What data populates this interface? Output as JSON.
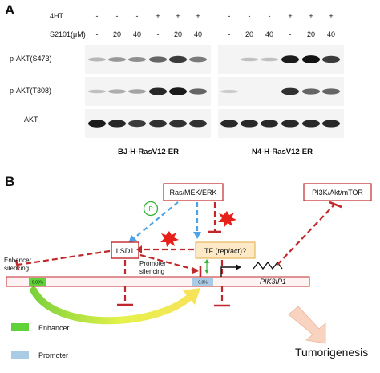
{
  "panel_a": {
    "label": "A",
    "row_4ht_label": "4HT",
    "row_s2101_label": "S2101(μM)",
    "bj": {
      "cell_line": "BJ-H-RasV12-ER",
      "ht": [
        "-",
        "-",
        "-",
        "+",
        "+",
        "+"
      ],
      "s2101": [
        "-",
        "20",
        "40",
        "-",
        "20",
        "40"
      ]
    },
    "n4": {
      "cell_line": "N4-H-RasV12-ER",
      "ht": [
        "-",
        "-",
        "-",
        "+",
        "+",
        "+"
      ],
      "s2101": [
        "-",
        "20",
        "40",
        "-",
        "20",
        "40"
      ]
    },
    "blots": [
      {
        "label": "p-AKT(S473)",
        "bj_levels": [
          0.15,
          0.3,
          0.35,
          0.55,
          0.75,
          0.45
        ],
        "n4_levels": [
          0.0,
          0.1,
          0.1,
          0.9,
          0.95,
          0.75
        ]
      },
      {
        "label": "p-AKT(T308)",
        "bj_levels": [
          0.1,
          0.2,
          0.25,
          0.85,
          0.9,
          0.55
        ],
        "n4_levels": [
          0.05,
          0.0,
          0.0,
          0.8,
          0.55,
          0.55
        ]
      },
      {
        "label": "AKT",
        "bj_levels": [
          0.9,
          0.85,
          0.75,
          0.8,
          0.8,
          0.8
        ],
        "n4_levels": [
          0.85,
          0.85,
          0.85,
          0.85,
          0.85,
          0.85
        ]
      }
    ]
  },
  "panel_b": {
    "label": "B",
    "nodes": {
      "ras": "Ras/MEK/ERK",
      "pi3k": "PI3K/Akt/mTOR",
      "lsd1": "LSD1",
      "tf": "TF (rep/act)?",
      "p": "P",
      "gene": "PIK3IP1",
      "tumor": "Tumorigenesis"
    },
    "annotations": {
      "enhancer_silencing": [
        "Enhancer",
        "silencing"
      ],
      "promoter_silencing": [
        "Promoter",
        "silencing"
      ],
      "enhancer_box_text": "0.00%",
      "promoter_box_text": "0.0%"
    },
    "legend": {
      "enhancer": "Enhancer",
      "promoter": "Promoter"
    },
    "colors": {
      "red_inhibition": "#c0282c",
      "blue_activation": "#4da3e6",
      "lsd1_border": "#c0282c",
      "tf_fill": "#fde9c6",
      "enhancer": "#5fd23a",
      "promoter": "#a9cbe6",
      "burst": "#e8201c"
    }
  }
}
